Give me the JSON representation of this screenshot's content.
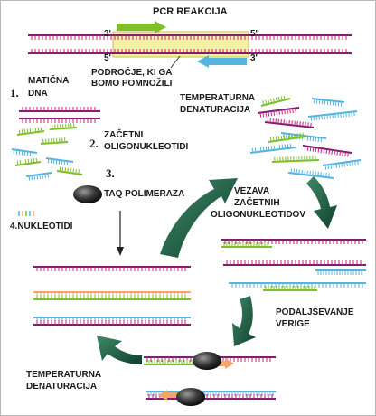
{
  "title": "PCR REAKCIJA",
  "strand_ends": {
    "top_left": "3'",
    "top_right": "5'",
    "bottom_left": "5'",
    "bottom_right": "3'"
  },
  "region_label": [
    "PODROČJE, KI GA",
    "BOMO POMNOŽILI"
  ],
  "step1": {
    "number": "1.",
    "label": [
      "MATIČNA",
      "DNA"
    ]
  },
  "step2": {
    "number": "2.",
    "label": [
      "ZAČETNI",
      "OLIGONUKLEOTIDI"
    ]
  },
  "step3": {
    "number": "3.",
    "label": "TAQ POLIMERAZA"
  },
  "step4": {
    "label": "4.NUKLEOTIDI"
  },
  "denaturation_top": [
    "TEMPERATURNA",
    "DENATURACIJA"
  ],
  "annealing": [
    "VEZAVA",
    "ZAČETNIH",
    "OLIGONUKLEOTIDOV"
  ],
  "extension": [
    "PODALJŠEVANJE",
    "VERIGE"
  ],
  "denaturation_bottom": [
    "TEMPERATURNA",
    "DENATURACIJA"
  ],
  "colors": {
    "dna_strand": "#7a1f6e",
    "dna_ticks": "#c8227c",
    "primer_green": "#7fbf2a",
    "primer_blue": "#56b4e0",
    "primer_orange": "#f4a56a",
    "target_region": "#f3f0a6",
    "cycle_arrow": "#1c5a40",
    "polymerase": "#2b2b2b"
  }
}
